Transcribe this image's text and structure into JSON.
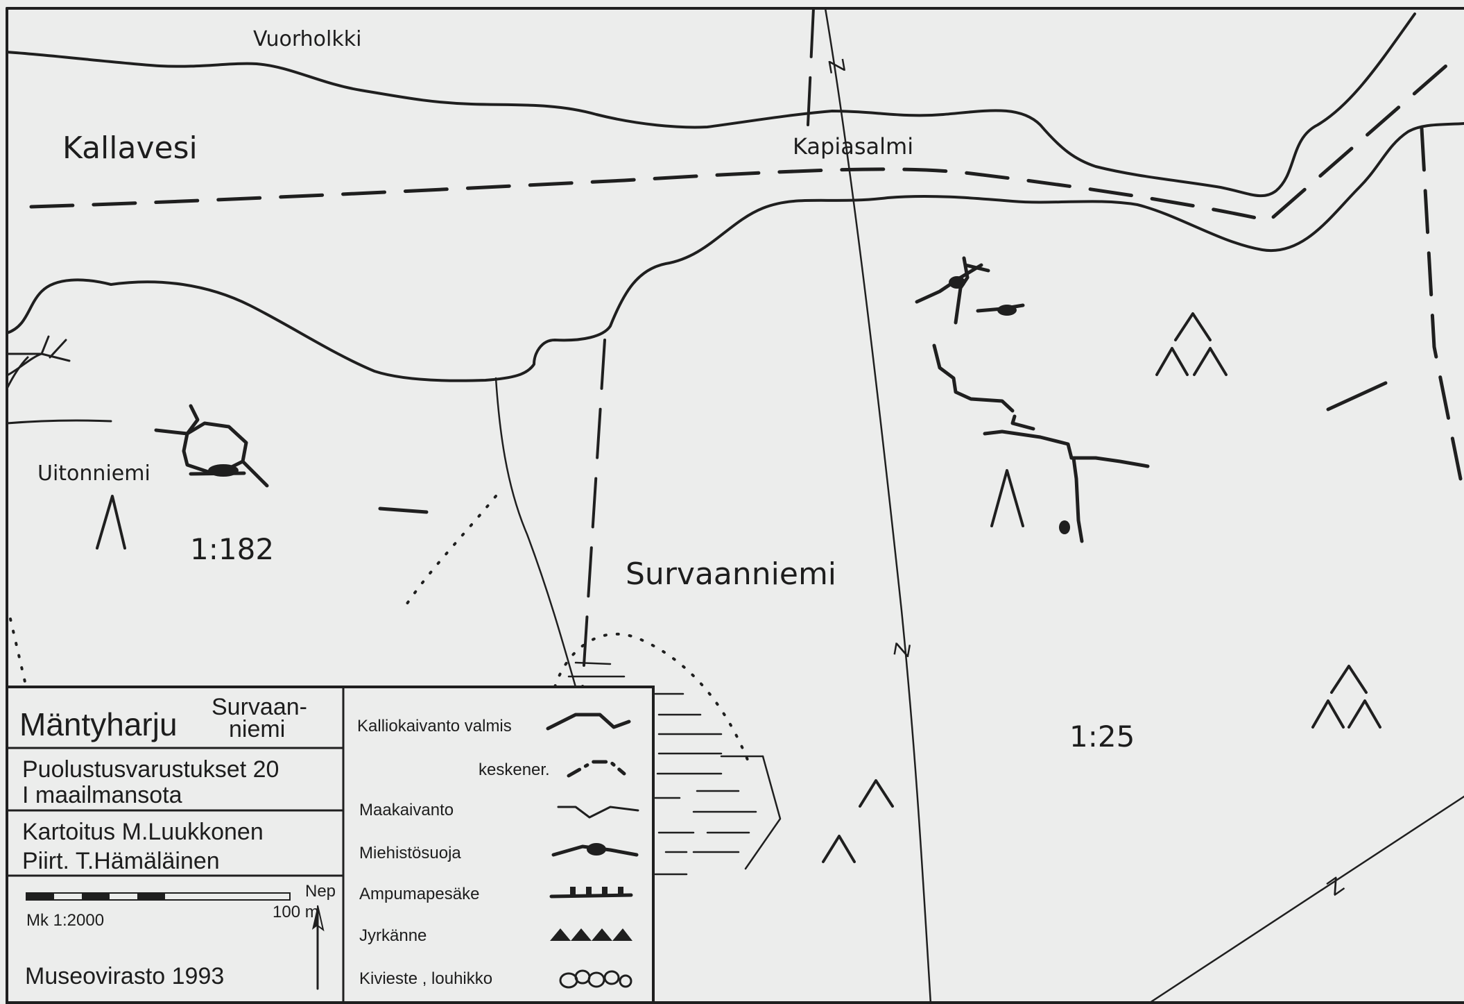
{
  "place_labels": {
    "vuorholkki": "Vuorholkki",
    "kallavesi": "Kallavesi",
    "kapiasalmi": "Kapiasalmi",
    "uitonniemi": "Uitonniemi",
    "survaanniemi": "Survaanniemi"
  },
  "scale_labels": {
    "left": "1:182",
    "right": "1:25"
  },
  "grid_marker": "Z",
  "title_block": {
    "title": "Mäntyharju",
    "subtitle_line1": "Survaan-",
    "subtitle_line2": "niemi",
    "project_line1": "Puolustusvarustukset 20",
    "project_line2": "I maailmansota",
    "credit_line1": "Kartoitus M.Luukkonen",
    "credit_line2": "Piirt. T.Hämäläinen",
    "scale_text": "Mk 1:2000",
    "scale_distance": "100 m",
    "north_label": "Nep",
    "publisher": "Museovirasto 1993"
  },
  "legend": [
    {
      "label": "Kalliokaivanto valmis",
      "symbol": "rock-trench-complete"
    },
    {
      "label": "keskener.",
      "symbol": "rock-trench-unfinished"
    },
    {
      "label": "Maakaivanto",
      "symbol": "earth-trench"
    },
    {
      "label": "Miehistösuoja",
      "symbol": "personnel-shelter"
    },
    {
      "label": "Ampumapesäke",
      "symbol": "firing-position"
    },
    {
      "label": "Jyrkänne",
      "symbol": "escarpment"
    },
    {
      "label": "Kivieste , louhikko",
      "symbol": "stone-obstacle"
    }
  ],
  "colors": {
    "paper": "#ecedec",
    "ink": "#1f1f1f"
  }
}
